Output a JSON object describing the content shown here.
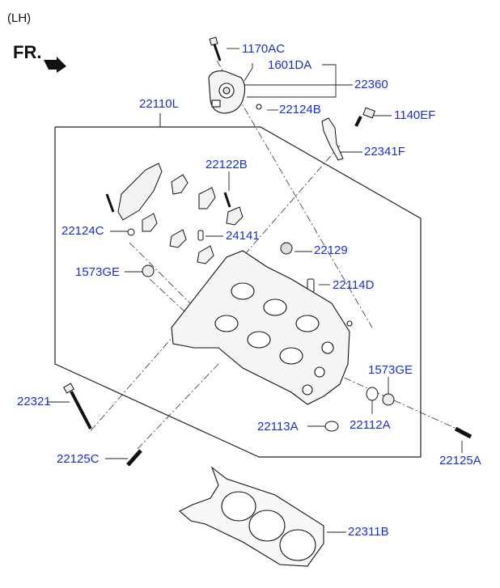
{
  "header": {
    "side": "(LH)",
    "direction": "FR."
  },
  "colors": {
    "label": "#1a2fd0",
    "line": "#222222"
  },
  "parts": {
    "p1170AC": "1170AC",
    "p1601DA": "1601DA",
    "p22360": "22360",
    "p22110L": "22110L",
    "p22124B": "22124B",
    "p1140EF": "1140EF",
    "p22341F": "22341F",
    "p22122B": "22122B",
    "p22124C": "22124C",
    "p24141": "24141",
    "p22129": "22129",
    "p1573GE_left": "1573GE",
    "p22114D": "22114D",
    "p1573GE_right": "1573GE",
    "p22321": "22321",
    "p22113A": "22113A",
    "p22112A": "22112A",
    "p22125C": "22125C",
    "p22125A": "22125A",
    "p22311B": "22311B"
  }
}
